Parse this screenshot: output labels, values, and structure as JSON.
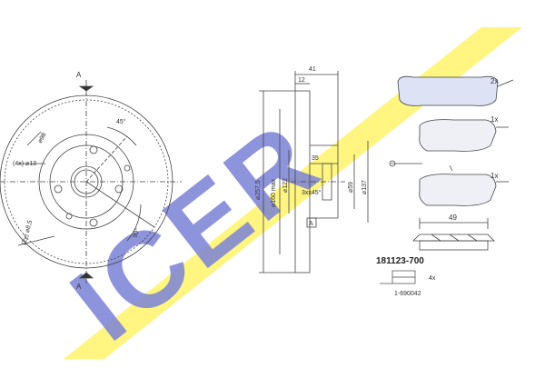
{
  "brand": {
    "logo_text": "ICER",
    "logo_color": "#7b82d6",
    "stripe_color": "#fff36a"
  },
  "disc_front": {
    "section_marker_top": "A",
    "section_marker_bottom": "A",
    "angle_top": "45°",
    "angle_bottom": "90°",
    "bolt_circle_dia": "⌀98",
    "hole_dia": "(4x) ⌀13",
    "small_hole_dia": "(2x) ⌀8,5"
  },
  "disc_section": {
    "thickness": "41",
    "friction_thickness": "12",
    "outer_dia": "⌀257,5",
    "bore_dia": "⌀122",
    "min_thickness": "⌀160 max",
    "hat_depth": "35",
    "chamfer": "3xx45°",
    "hub_dia": "⌀59",
    "pitch_dia": "⌀137",
    "section_label": "A"
  },
  "pads": {
    "qty_top": "2x",
    "qty_mid": "1x",
    "qty_bot": "1x",
    "width_label": "49",
    "pad_color": "#dde2f5"
  },
  "kit": {
    "part_number": "181123-700",
    "accessory_qty": "4x",
    "accessory_code": "1-690042"
  }
}
